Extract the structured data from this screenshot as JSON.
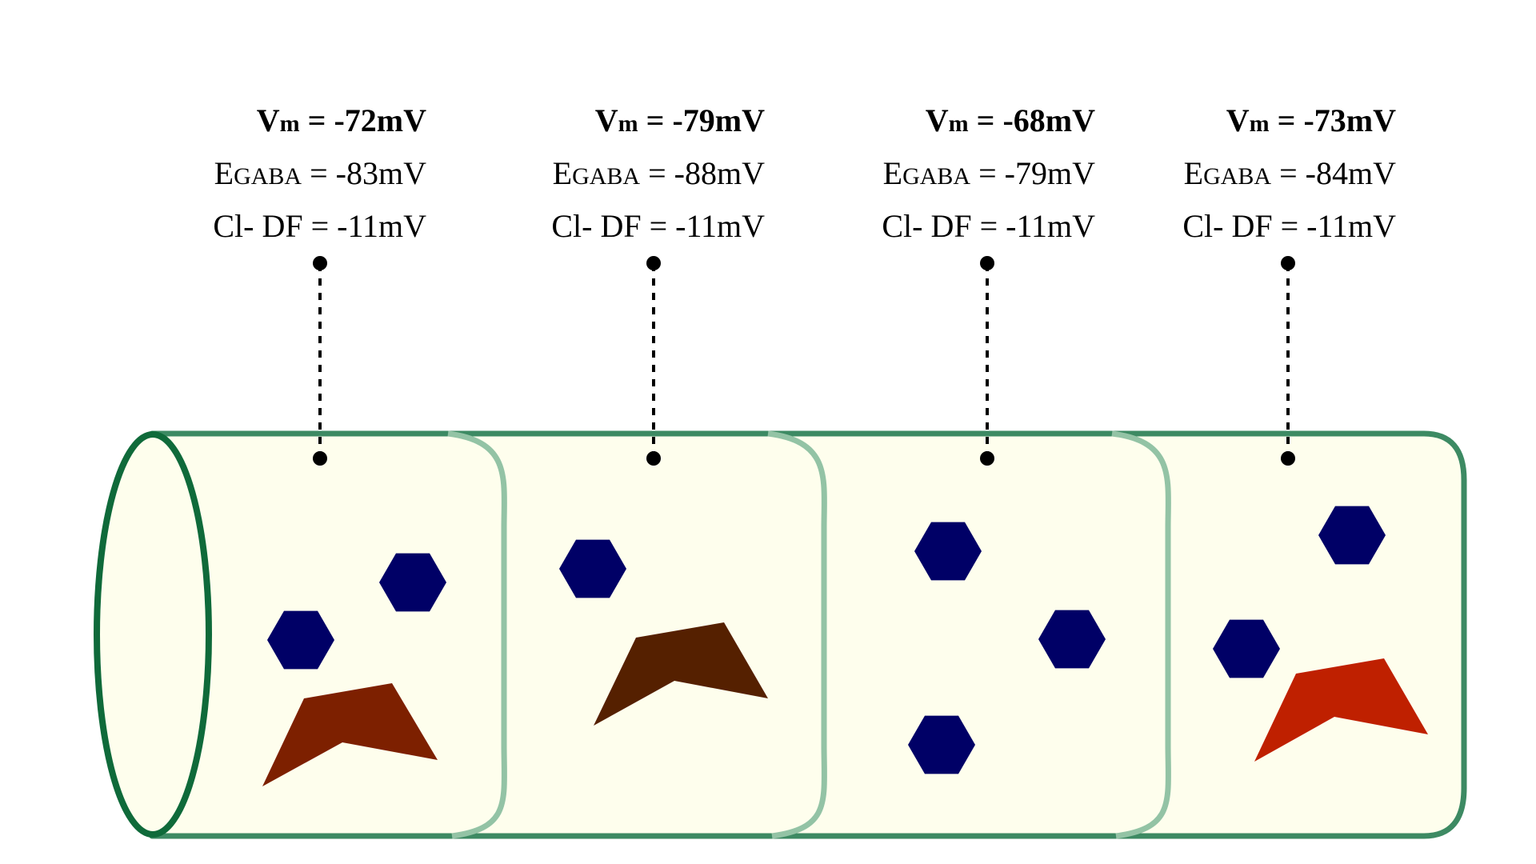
{
  "segments": [
    {
      "vm_label": "V",
      "vm_sub": "m",
      "vm_value": " = -72mV",
      "egaba_label": "E",
      "egaba_sub": "GABA",
      "egaba_value": " = -83mV",
      "df_text": "Cl- DF = -11mV",
      "molecule_color": "#7d2000"
    },
    {
      "vm_label": "V",
      "vm_sub": "m",
      "vm_value": " = -79mV",
      "egaba_label": "E",
      "egaba_sub": "GABA",
      "egaba_value": " = -88mV",
      "df_text": "Cl- DF = -11mV",
      "molecule_color": "#552000"
    },
    {
      "vm_label": "V",
      "vm_sub": "m",
      "vm_value": " = -68mV",
      "egaba_label": "E",
      "egaba_sub": "GABA",
      "egaba_value": " = -79mV",
      "df_text": "Cl- DF = -11mV",
      "molecule_color": null
    },
    {
      "vm_label": "V",
      "vm_sub": "m",
      "vm_value": " = -73mV",
      "egaba_label": "E",
      "egaba_sub": "GABA",
      "egaba_value": " = -84mV",
      "df_text": "Cl- DF = -11mV",
      "molecule_color": "#bf2000"
    }
  ],
  "colors": {
    "tube_outline": "#3d8a63",
    "tube_end": "#0f6a3a",
    "segment_divider": "#93c3a5",
    "tube_fill": "#fefeed",
    "hexagon": "#000066",
    "marker": "#000000"
  }
}
